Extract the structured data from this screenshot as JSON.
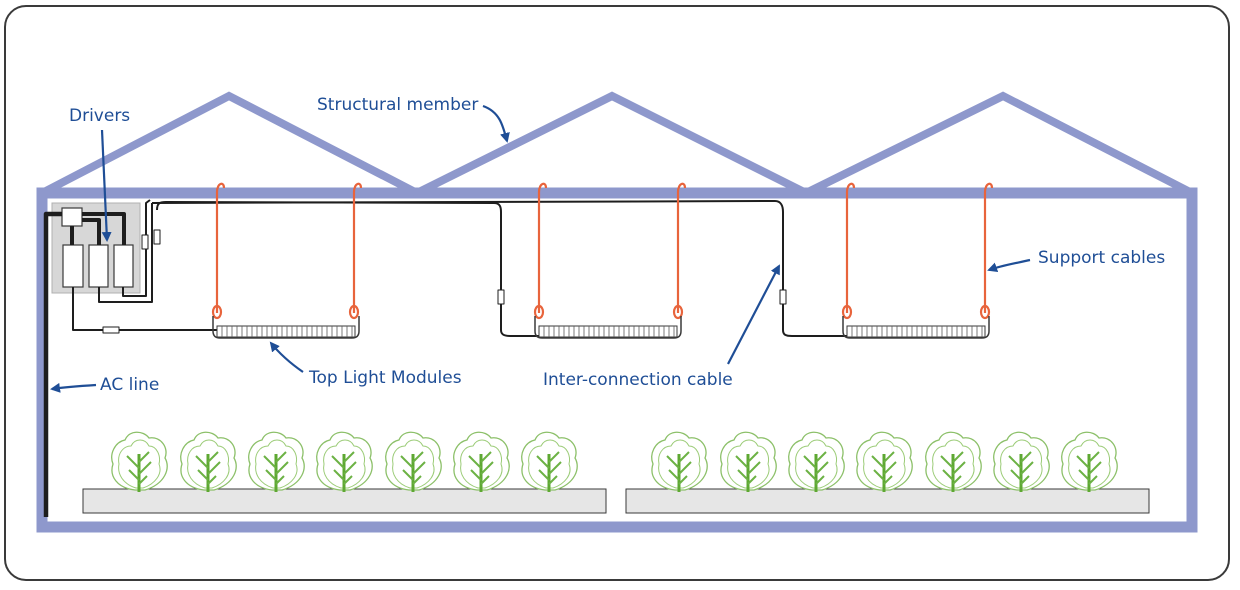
{
  "labels": {
    "structural_member": "Structural member",
    "drivers": "Drivers",
    "support_cables": "Support cables",
    "ac_line": "AC line",
    "top_light_modules": "Top Light Modules",
    "inter_connection_cable": "Inter-connection cable"
  },
  "colors": {
    "structure": "#8e98cc",
    "label": "#1f4e96",
    "support_cable": "#e8643c",
    "cable": "#1e1e1e",
    "plant": "#6aa83a",
    "bench": "#e6e6e6",
    "driver_box": "#d7d7d7"
  }
}
